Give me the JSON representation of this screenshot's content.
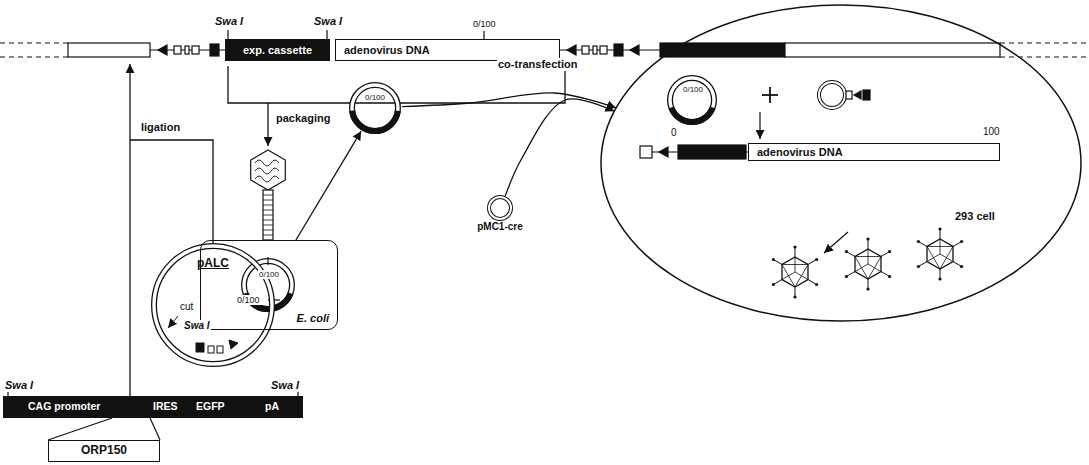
{
  "diagram": {
    "nodes": [
      {
        "text": [
          "exp. cassette"
        ]
      },
      {
        "text": [
          "adenovirus DNA"
        ]
      },
      {
        "text": [
          "pALC"
        ]
      },
      {
        "text": [
          "CAG promoter",
          "IRES",
          "EGFP",
          "pA"
        ]
      },
      {
        "text": [
          "ORP150"
        ]
      },
      {
        "text": [
          "E. coli"
        ]
      },
      {
        "text": [
          "0/100"
        ]
      },
      {
        "text": [
          "pMC1-cre"
        ]
      },
      {
        "text": [
          "293 cell"
        ]
      },
      {
        "text": [
          "adenovirus DNA"
        ],
        "in": 8
      }
    ],
    "edges": [
      {
        "from": 5,
        "to": 6,
        "arrow": "to"
      },
      {
        "from": 6,
        "to": 8,
        "arrow": "to",
        "label": "co-transfection"
      },
      {
        "from": 7,
        "to": 8,
        "arrow": "to"
      }
    ],
    "labels": [
      "Swa I",
      "Swa I",
      "0/100",
      "ligation",
      "packaging",
      "cut",
      "Swa I",
      "0/100",
      "Swa I",
      "Swa I",
      "0/100",
      "0/100",
      "0",
      "100"
    ]
  }
}
